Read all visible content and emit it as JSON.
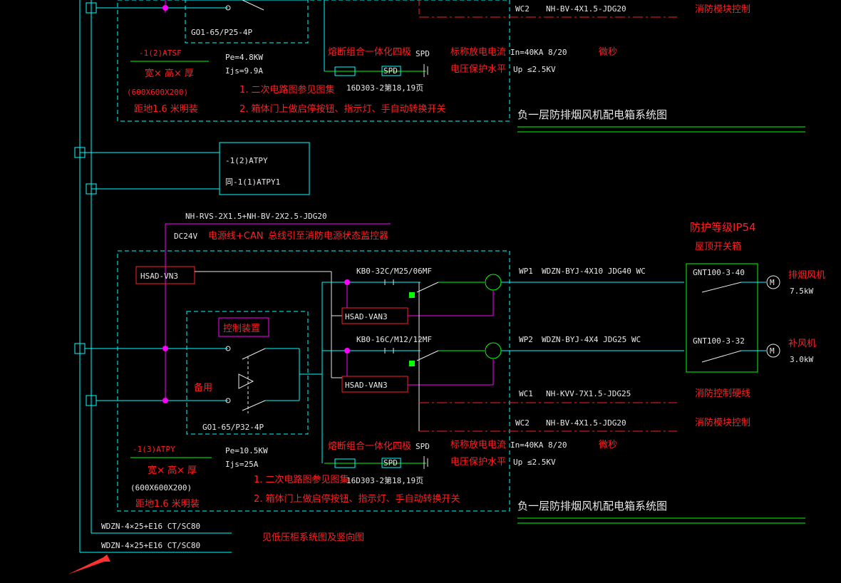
{
  "colors": {
    "cyan": "#00ffff",
    "green": "#00ff00",
    "red": "#ff2020",
    "magenta": "#ff00ff",
    "white": "#e8e8e8"
  },
  "top_panel": {
    "breaker": "GO1-65/P25-4P",
    "id": "-1(2)ATSF",
    "dims": "宽× 高× 厚",
    "size": "(600X600X200)",
    "mount": "距地1.6 米明装",
    "pe": "Pe=4.8KW",
    "ijs": "Ijs=9.9A",
    "fuse_label": "熔断组合一体化四极",
    "spd_label": "SPD",
    "spd_box": "SPD",
    "rated_label": "标称放电电流",
    "rated_value": "In=40KA  8/20",
    "microsec": "微秒",
    "voltage_label": "电压保护水平",
    "voltage_value": "Up  ≤2.5KV",
    "note1": "1. 二次电路图参见图集",
    "note1_ref": "16D303-2第18,19页",
    "note2": "2. 箱体门上做启停按钮、指示灯、手自动转换开关",
    "wc2": "WC2",
    "wc2_cable": "NH-BV-4X1.5-JDG20",
    "wc2_desc": "消防模块控制",
    "title": "负一层防排烟风机配电箱系统图"
  },
  "atpy": {
    "line1": "-1(2)ATPY",
    "line2": "同-1(1)ATPY1"
  },
  "main_panel": {
    "feed_cable": "NH-RVS-2X1.5+NH-BV-2X2.5-JDG20",
    "dc": "DC24V",
    "power_can": "电源线+CAN",
    "bus": "总线引至消防电源状态监控器",
    "hsad_vn3": "HSAD-VN3",
    "hsad_van3_1": "HSAD-VAN3",
    "hsad_van3_2": "HSAD-VAN3",
    "kb0_1": "KB0-32C/M25/06MF",
    "kb0_2": "KB0-16C/M12/12MF",
    "control": "控制装置",
    "spare": "备用",
    "breaker": "GO1-65/P32-4P",
    "id": "-1(3)ATPY",
    "dims": "宽× 高× 厚",
    "size": "(600X600X200)",
    "mount": "距地1.6 米明装",
    "pe": "Pe=10.5KW",
    "ijs": "Ijs=25A",
    "fuse_label": "熔断组合一体化四极",
    "spd_label": "SPD",
    "spd_box": "SPD",
    "rated_label": "标称放电电流",
    "rated_value": "In=40KA  8/20",
    "microsec": "微秒",
    "voltage_label": "电压保护水平",
    "voltage_value": "Up  ≤2.5KV",
    "note1": "1. 二次电路图参见图集",
    "note1_ref": "16D303-2第18,19页",
    "note2": "2. 箱体门上做启停按钮、指示灯、手自动转换开关",
    "title": "负一层防排烟风机配电箱系统图",
    "wp1": "WP1",
    "wp1_cable": "WDZN-BYJ-4X10 JDG40 WC",
    "wp2": "WP2",
    "wp2_cable": "WDZN-BYJ-4X4  JDG25 WC",
    "wc1": "WC1",
    "wc1_cable": "NH-KVV-7X1.5-JDG25",
    "wc1_desc": "消防控制硬线",
    "wc2": "WC2",
    "wc2_cable": "NH-BV-4X1.5-JDG20",
    "wc2_desc": "消防模块控制"
  },
  "roof_box": {
    "protection": "防护等级IP54",
    "name": "屋顶开关箱",
    "gnt1": "GNT100-3-40",
    "gnt2": "GNT100-3-32",
    "fan1": "排烟风机",
    "fan1_kw": "7.5kW",
    "fan2": "补风机",
    "fan2_kw": "3.0kW",
    "motor": "M"
  },
  "bottom": {
    "cable1": "WDZN-4×25+E16 CT/SC80",
    "cable2": "WDZN-4×25+E16 CT/SC80",
    "ref": "见低压柜系统图及竖向图"
  }
}
